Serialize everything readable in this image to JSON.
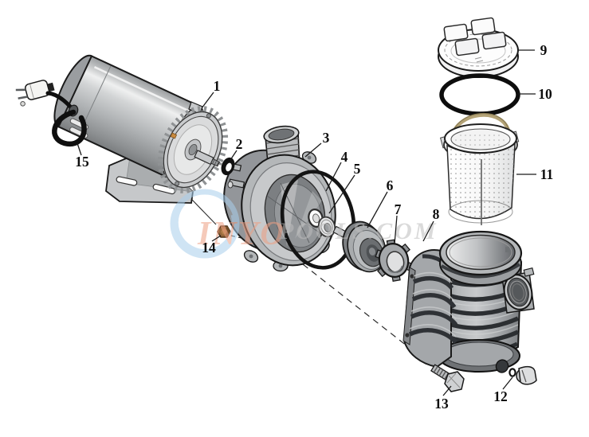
{
  "diagram": {
    "type": "exploded-parts-diagram",
    "subject": "pool pump assembly",
    "background_color": "#ffffff",
    "line_color": "#1a1a1a",
    "watermark": {
      "text_primary": "INYO",
      "text_secondary": "POOLS.COM",
      "logo": "blue-swirl-circle",
      "primary_color": "#ee9f82",
      "secondary_color": "#bdbdbd",
      "logo_color": "#a9cfec"
    },
    "callouts": [
      {
        "number": "1",
        "part": "motor"
      },
      {
        "number": "2",
        "part": "shaft-slinger-o-ring"
      },
      {
        "number": "3",
        "part": "seal-plate-housing"
      },
      {
        "number": "4",
        "part": "housing-o-ring"
      },
      {
        "number": "5",
        "part": "shaft-seal"
      },
      {
        "number": "6",
        "part": "impeller"
      },
      {
        "number": "7",
        "part": "impeller-lock-ring"
      },
      {
        "number": "8",
        "part": "pump-body-strainer-pot"
      },
      {
        "number": "9",
        "part": "strainer-lid"
      },
      {
        "number": "10",
        "part": "lid-o-ring"
      },
      {
        "number": "11",
        "part": "strainer-basket"
      },
      {
        "number": "12",
        "part": "drain-plug"
      },
      {
        "number": "13",
        "part": "mounting-bolt"
      },
      {
        "number": "14",
        "part": "pipe-plug"
      },
      {
        "number": "15",
        "part": "power-cord"
      }
    ]
  }
}
